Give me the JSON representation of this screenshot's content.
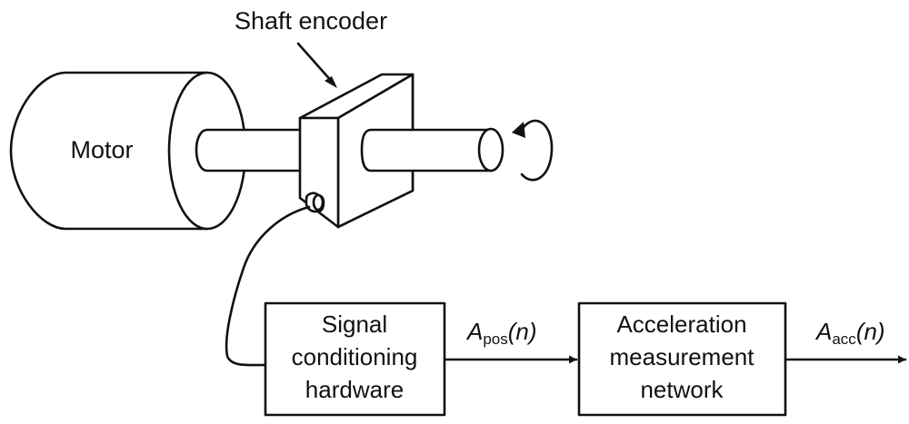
{
  "labels": {
    "shaft_encoder": "Shaft encoder",
    "motor": "Motor"
  },
  "blocks": {
    "signal_conditioning": [
      "Signal",
      "conditioning",
      "hardware"
    ],
    "acceleration_network": [
      "Acceleration",
      "measurement",
      "network"
    ]
  },
  "signals": {
    "a_pos": {
      "symbol": "A",
      "subscript": "pos",
      "arg": "(n)"
    },
    "a_acc": {
      "symbol": "A",
      "subscript": "acc",
      "arg": "(n)"
    }
  }
}
